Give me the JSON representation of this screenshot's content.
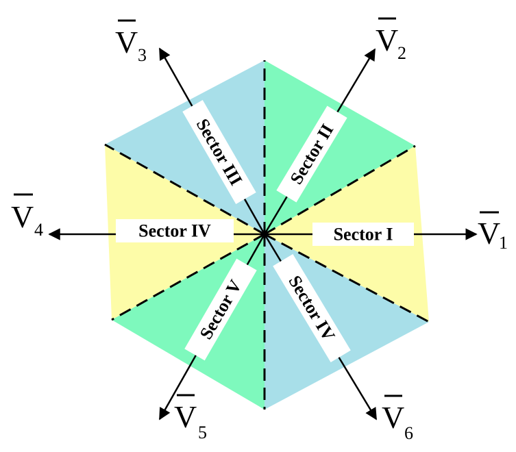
{
  "colors": {
    "yellow": "#fdfca8",
    "green": "#7ef9bd",
    "blue": "#a8dfe9",
    "line": "#000000",
    "label_bg": "#ffffff"
  },
  "sectors": [
    {
      "label": "Sector I"
    },
    {
      "label": "Sector II"
    },
    {
      "label": "Sector III"
    },
    {
      "label": "Sector IV"
    },
    {
      "label": "Sector V"
    },
    {
      "label": "Sector IV"
    }
  ],
  "vectors": [
    {
      "symbol": "V",
      "subscript": "1"
    },
    {
      "symbol": "V",
      "subscript": "2"
    },
    {
      "symbol": "V",
      "subscript": "3"
    },
    {
      "symbol": "V",
      "subscript": "4"
    },
    {
      "symbol": "V",
      "subscript": "5"
    },
    {
      "symbol": "V",
      "subscript": "6"
    }
  ]
}
